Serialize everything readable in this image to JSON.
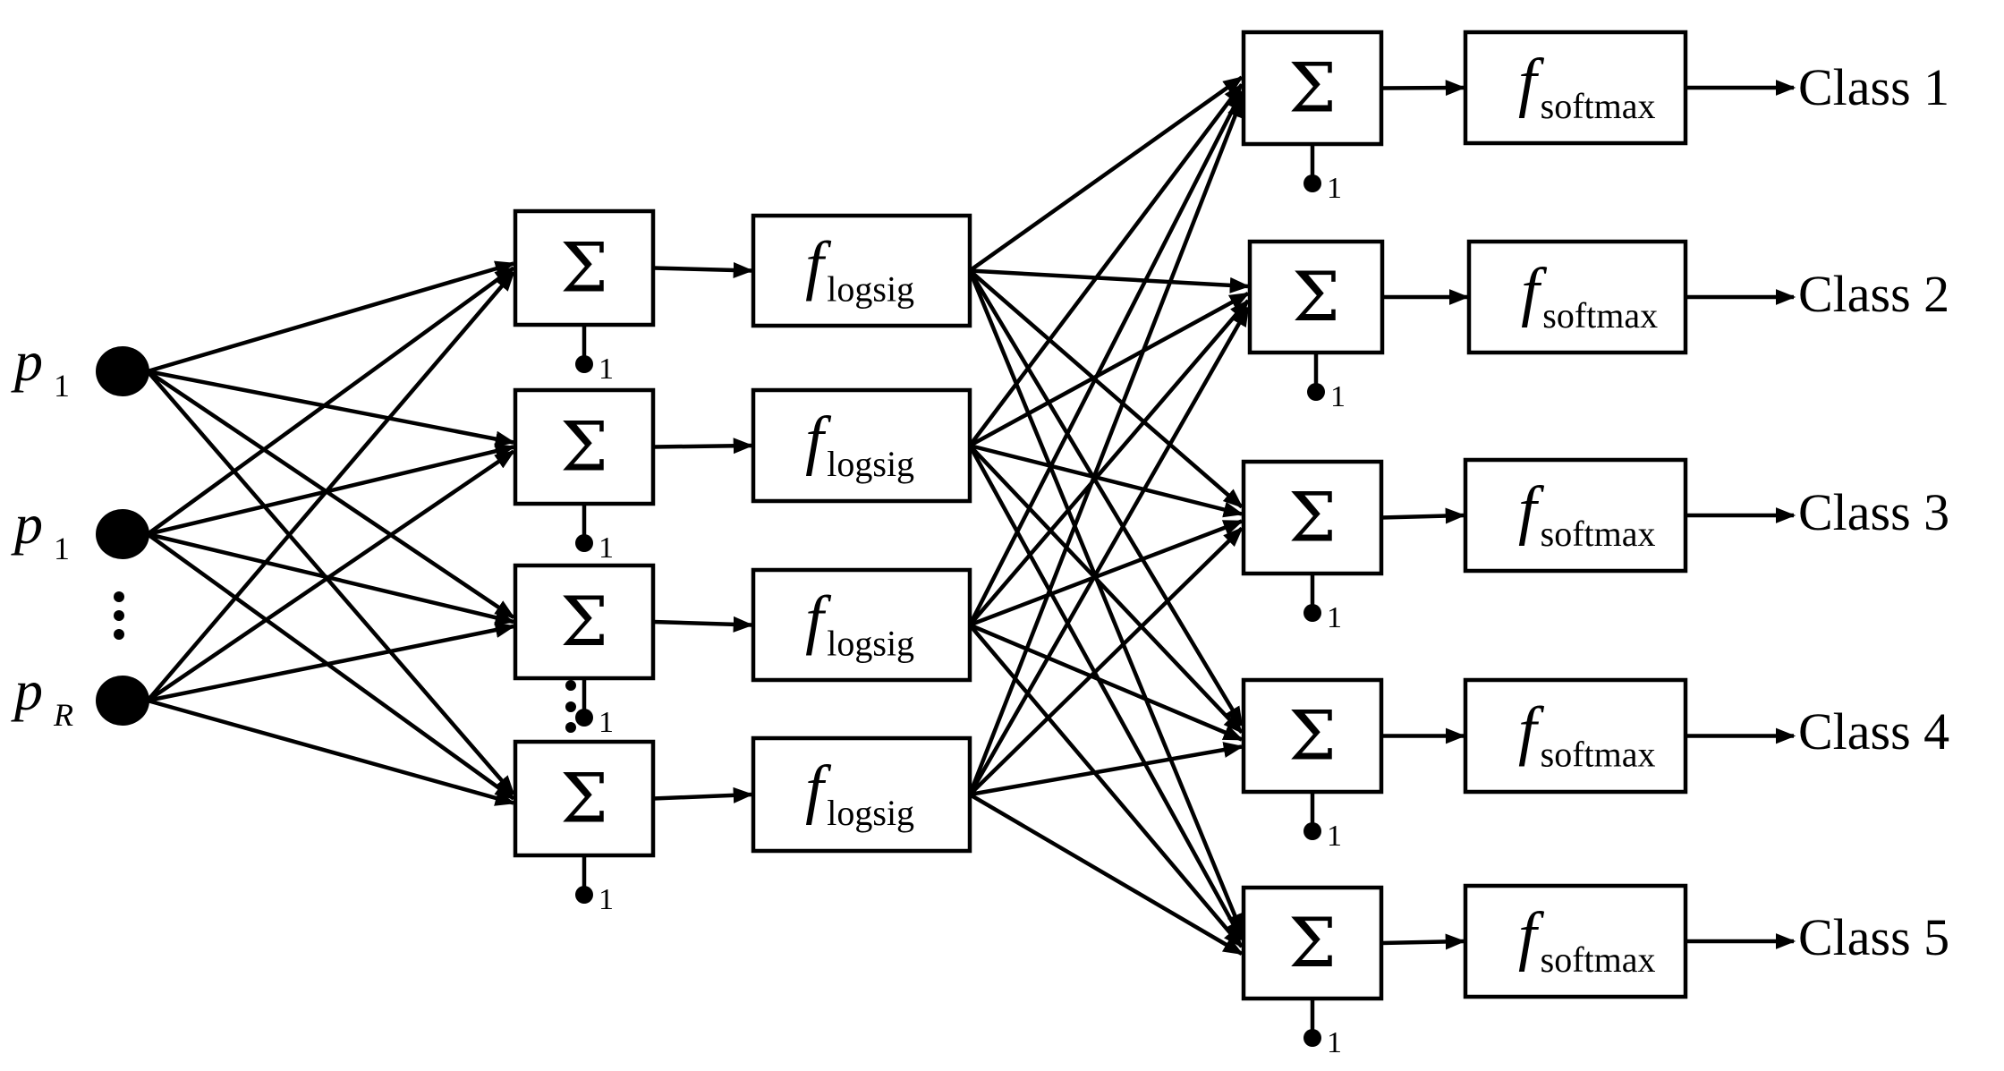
{
  "inputs": [
    {
      "main": "p",
      "sub": "1",
      "sub_italic": false
    },
    {
      "main": "p",
      "sub": "1",
      "sub_italic": false
    },
    {
      "main": "p",
      "sub": "R",
      "sub_italic": true
    }
  ],
  "sum_symbol": "Σ",
  "bias_label": "1",
  "hidden_activation": {
    "main": "f",
    "sub": "logsig"
  },
  "output_activation": {
    "main": "f",
    "sub": "softmax"
  },
  "classes": [
    "Class 1",
    "Class 2",
    "Class 3",
    "Class 4",
    "Class 5"
  ]
}
